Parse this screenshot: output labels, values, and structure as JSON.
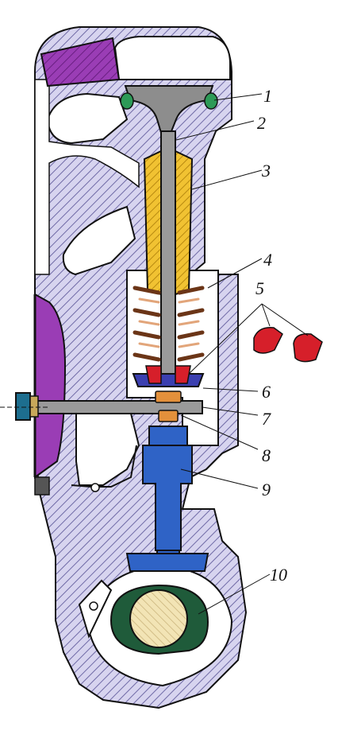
{
  "diagram": {
    "callouts": [
      {
        "id": "1",
        "label": "1"
      },
      {
        "id": "2",
        "label": "2"
      },
      {
        "id": "3",
        "label": "3"
      },
      {
        "id": "4",
        "label": "4"
      },
      {
        "id": "5",
        "label": "5"
      },
      {
        "id": "6",
        "label": "6"
      },
      {
        "id": "7",
        "label": "7"
      },
      {
        "id": "8",
        "label": "8"
      },
      {
        "id": "9",
        "label": "9"
      },
      {
        "id": "10",
        "label": "10"
      }
    ],
    "colors": {
      "housing_fill": "#c9c6e6",
      "housing_hatch": "#6f6aa6",
      "purple_part": "#9a3db5",
      "guide_yellow": "#f1c232",
      "valve_gray": "#8d8d8d",
      "spring_brown": "#a0522d",
      "keeper_red": "#d61f2a",
      "tappet_blue": "#2f63c6",
      "rocker_orange": "#e3903b",
      "cam_green": "#1f5b3a",
      "shaft_cream": "#f2e4b5",
      "outline": "#111111"
    }
  }
}
